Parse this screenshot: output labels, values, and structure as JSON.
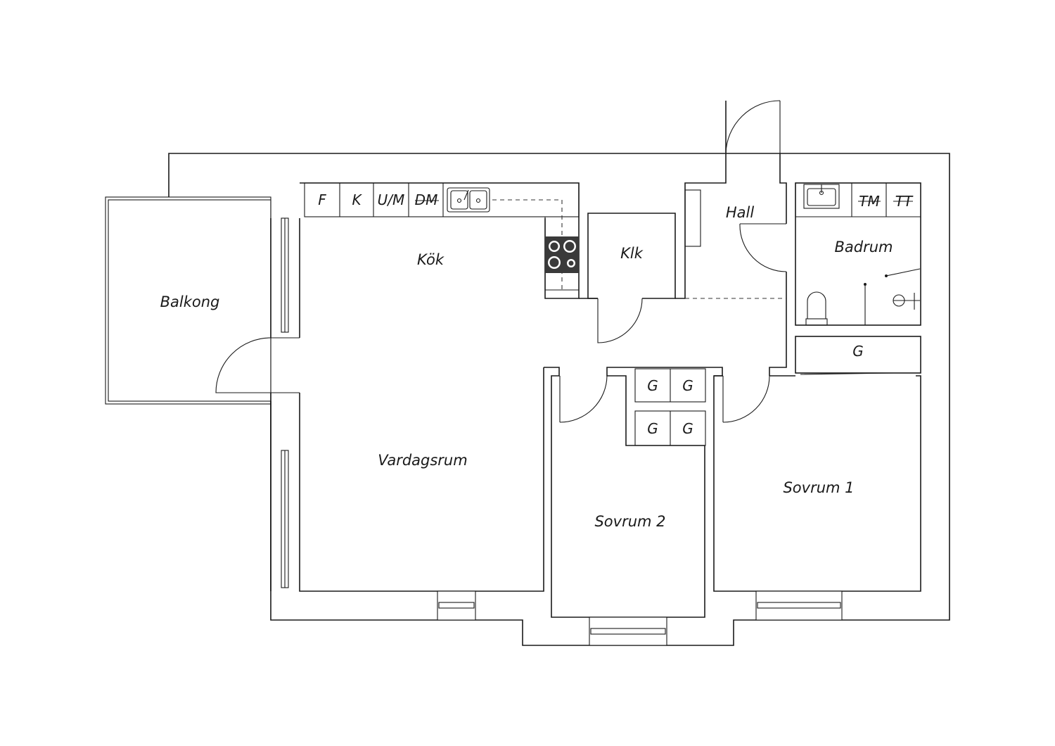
{
  "rooms": {
    "balkong": "Balkong",
    "kok": "Kök",
    "klk": "Klk",
    "hall": "Hall",
    "badrum": "Badrum",
    "vardagsrum": "Vardagsrum",
    "sovrum2": "Sovrum 2",
    "sovrum1": "Sovrum 1"
  },
  "appliances": {
    "fridge": "F",
    "freezer": "K",
    "oven_micro": "U/M",
    "dishwasher": "DM",
    "washer": "TM",
    "dryer": "TT"
  },
  "wardrobes": {
    "bath_wardrobe": "G",
    "g1": "G",
    "g2": "G",
    "g3": "G",
    "g4": "G"
  }
}
